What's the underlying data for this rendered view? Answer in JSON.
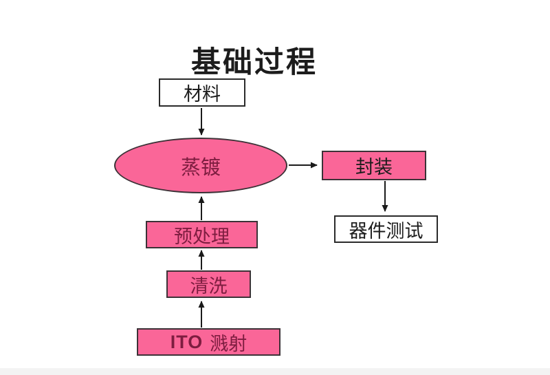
{
  "title": "基础过程",
  "colors": {
    "canvas_bg": "#ffffff",
    "node_pink": "#fa6698",
    "node_white": "#ffffff",
    "pink_node_text": "#7e1d40",
    "dark_text": "#1c1c1c",
    "node_border": "#3c3237",
    "white_node_border": "#2a2a2a",
    "arrow": "#1a1a1a",
    "bottom_shade": "#f3f3f3"
  },
  "nodes": {
    "material": {
      "label": "材料"
    },
    "evaporation": {
      "label": "蒸镀"
    },
    "encapsulation": {
      "label": "封装"
    },
    "device_test": {
      "label": "器件测试"
    },
    "pretreatment": {
      "label": "预处理"
    },
    "cleaning": {
      "label": "清洗"
    },
    "ito_sputtering": {
      "label_latin": "ITO",
      "label_cjk": "溅射"
    }
  },
  "connections": [
    {
      "from": "材料",
      "to": "蒸镀"
    },
    {
      "from": "蒸镀",
      "to": "封装"
    },
    {
      "from": "封装",
      "to": "器件测试"
    },
    {
      "from": "预处理",
      "to": "蒸镀"
    },
    {
      "from": "清洗",
      "to": "预处理"
    },
    {
      "from": "ITO 溅射",
      "to": "清洗"
    }
  ]
}
